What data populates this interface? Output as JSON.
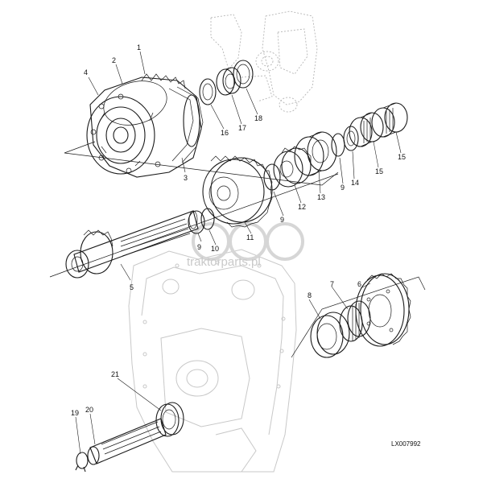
{
  "drawing": {
    "code": "LX007992",
    "watermark": "traktorparts.pl"
  },
  "callouts": [
    {
      "id": "c1",
      "text": "1"
    },
    {
      "id": "c2",
      "text": "2"
    },
    {
      "id": "c3",
      "text": "3"
    },
    {
      "id": "c4",
      "text": "4"
    },
    {
      "id": "c5",
      "text": "5"
    },
    {
      "id": "c6",
      "text": "6"
    },
    {
      "id": "c7",
      "text": "7"
    },
    {
      "id": "c8",
      "text": "8"
    },
    {
      "id": "c9a",
      "text": "9"
    },
    {
      "id": "c9b",
      "text": "9"
    },
    {
      "id": "c9c",
      "text": "9"
    },
    {
      "id": "c10",
      "text": "10"
    },
    {
      "id": "c11",
      "text": "11"
    },
    {
      "id": "c12",
      "text": "12"
    },
    {
      "id": "c13",
      "text": "13"
    },
    {
      "id": "c14",
      "text": "14"
    },
    {
      "id": "c15a",
      "text": "15"
    },
    {
      "id": "c15b",
      "text": "15"
    },
    {
      "id": "c16",
      "text": "16"
    },
    {
      "id": "c17",
      "text": "17"
    },
    {
      "id": "c18",
      "text": "18"
    },
    {
      "id": "c19",
      "text": "19"
    },
    {
      "id": "c20",
      "text": "20"
    },
    {
      "id": "c21",
      "text": "21"
    }
  ]
}
